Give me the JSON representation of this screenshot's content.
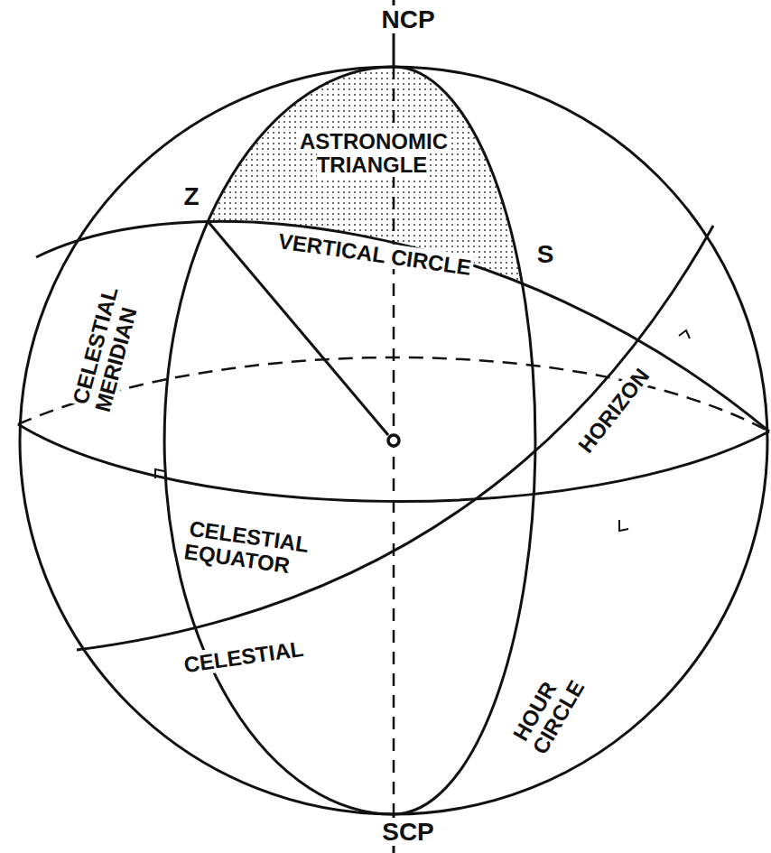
{
  "diagram": {
    "labels": [
      "NCP",
      "ASTRONOMIC TRIANGLE",
      "Z",
      "S",
      "VERTICAL CIRCLE",
      "CELESTIAL MERIDIAN",
      "CELESTIAL EQUATOR",
      "HORIZON",
      "CELESTIAL",
      "HOUR CIRCLE",
      "SCP"
    ]
  }
}
